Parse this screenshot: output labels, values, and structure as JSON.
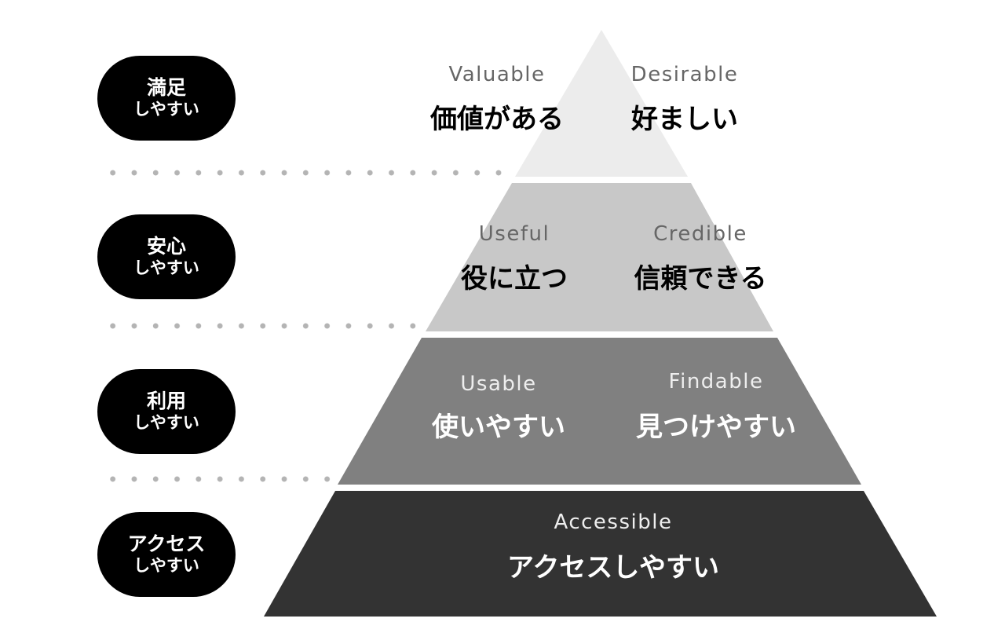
{
  "levels": [
    {
      "pill_title": "満足",
      "pill_sub": "しやすい",
      "items": [
        {
          "en": "Valuable",
          "jp": "価値がある"
        },
        {
          "en": "Desirable",
          "jp": "好ましい"
        }
      ]
    },
    {
      "pill_title": "安心",
      "pill_sub": "しやすい",
      "items": [
        {
          "en": "Useful",
          "jp": "役に立つ"
        },
        {
          "en": "Credible",
          "jp": "信頼できる"
        }
      ]
    },
    {
      "pill_title": "利用",
      "pill_sub": "しやすい",
      "items": [
        {
          "en": "Usable",
          "jp": "使いやすい"
        },
        {
          "en": "Findable",
          "jp": "見つけやすい"
        }
      ]
    },
    {
      "pill_title": "アクセス",
      "pill_sub": "しやすい",
      "items": [
        {
          "en": "Accessible",
          "jp": "アクセスしやすい"
        }
      ]
    }
  ],
  "colors": {
    "tier1": "#ececec",
    "tier2": "#c8c8c8",
    "tier3": "#808080",
    "tier4": "#333333",
    "pill": "#000000",
    "dots": "#b4b4b4"
  }
}
